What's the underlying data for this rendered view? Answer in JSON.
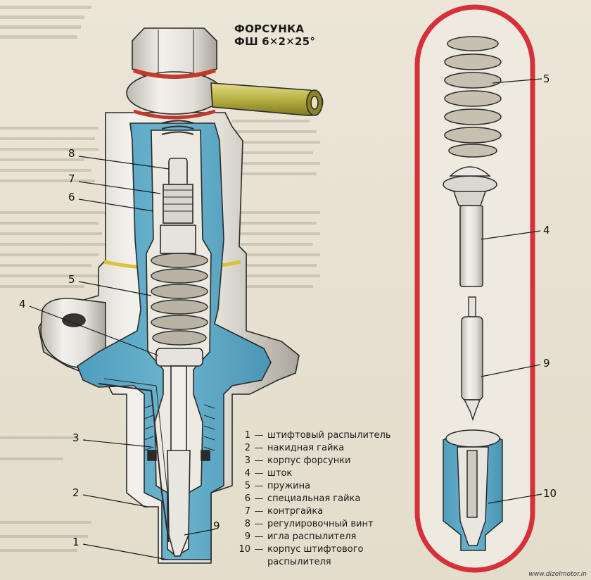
{
  "title": {
    "line1": "ФОРСУНКА",
    "line2": "ФШ 6✕2✕25°"
  },
  "legend": [
    {
      "num": "1",
      "text": "штифтовый распылитель"
    },
    {
      "num": "2",
      "text": "накидная гайка"
    },
    {
      "num": "3",
      "text": "корпус форсунки"
    },
    {
      "num": "4",
      "text": "шток"
    },
    {
      "num": "5",
      "text": "пружина"
    },
    {
      "num": "6",
      "text": "специальная гайка"
    },
    {
      "num": "7",
      "text": "контргайка"
    },
    {
      "num": "8",
      "text": "регулировочный винт"
    },
    {
      "num": "9",
      "text": "игла распылителя"
    },
    {
      "num": "10",
      "text": "корпус штифтового"
    },
    {
      "num": "",
      "text": "распылителя"
    }
  ],
  "callouts": {
    "left": [
      "8",
      "7",
      "6",
      "5",
      "4",
      "3",
      "2",
      "1",
      "9"
    ],
    "right": [
      "5",
      "4",
      "9",
      "10"
    ]
  },
  "colors": {
    "body_blue": "#5aa6c4",
    "metal": "#e6e3dc",
    "outline": "#2a2a2a",
    "frame_red": "#d6303a",
    "tube_green": "#b8b040",
    "ring_yellow": "#d9c23a",
    "gasket_red": "#c23a2a"
  },
  "watermark": "www.dizelmotor.in"
}
